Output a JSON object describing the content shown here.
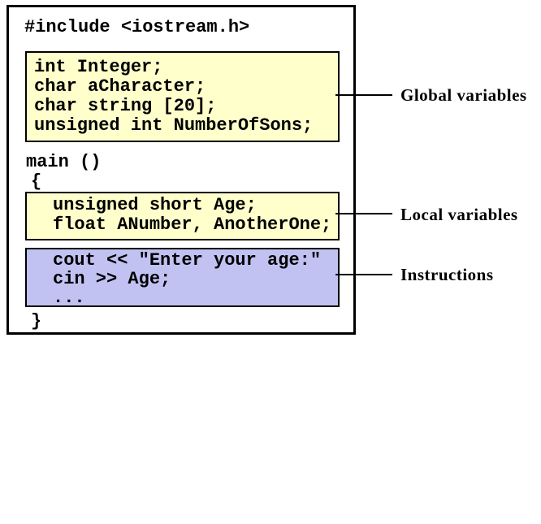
{
  "colors": {
    "variables_box_bg": "#FFFFCC",
    "instructions_box_bg": "#C2C2F2",
    "border_and_text": "#000000",
    "background": "#FFFFFF"
  },
  "code": {
    "include": "#include <iostream.h>",
    "global_vars": [
      "int Integer;",
      "char aCharacter;",
      "char string [20];",
      "unsigned int NumberOfSons;"
    ],
    "main_signature": "main ()",
    "open_brace": "{",
    "local_vars": [
      "unsigned short Age;",
      "float ANumber, AnotherOne;"
    ],
    "instructions": [
      "cout << \"Enter your age:\"",
      "cin >> Age;",
      "..."
    ],
    "close_brace": "}"
  },
  "annotations": [
    {
      "label": "Global variables"
    },
    {
      "label": "Local variables"
    },
    {
      "label": "Instructions"
    }
  ]
}
